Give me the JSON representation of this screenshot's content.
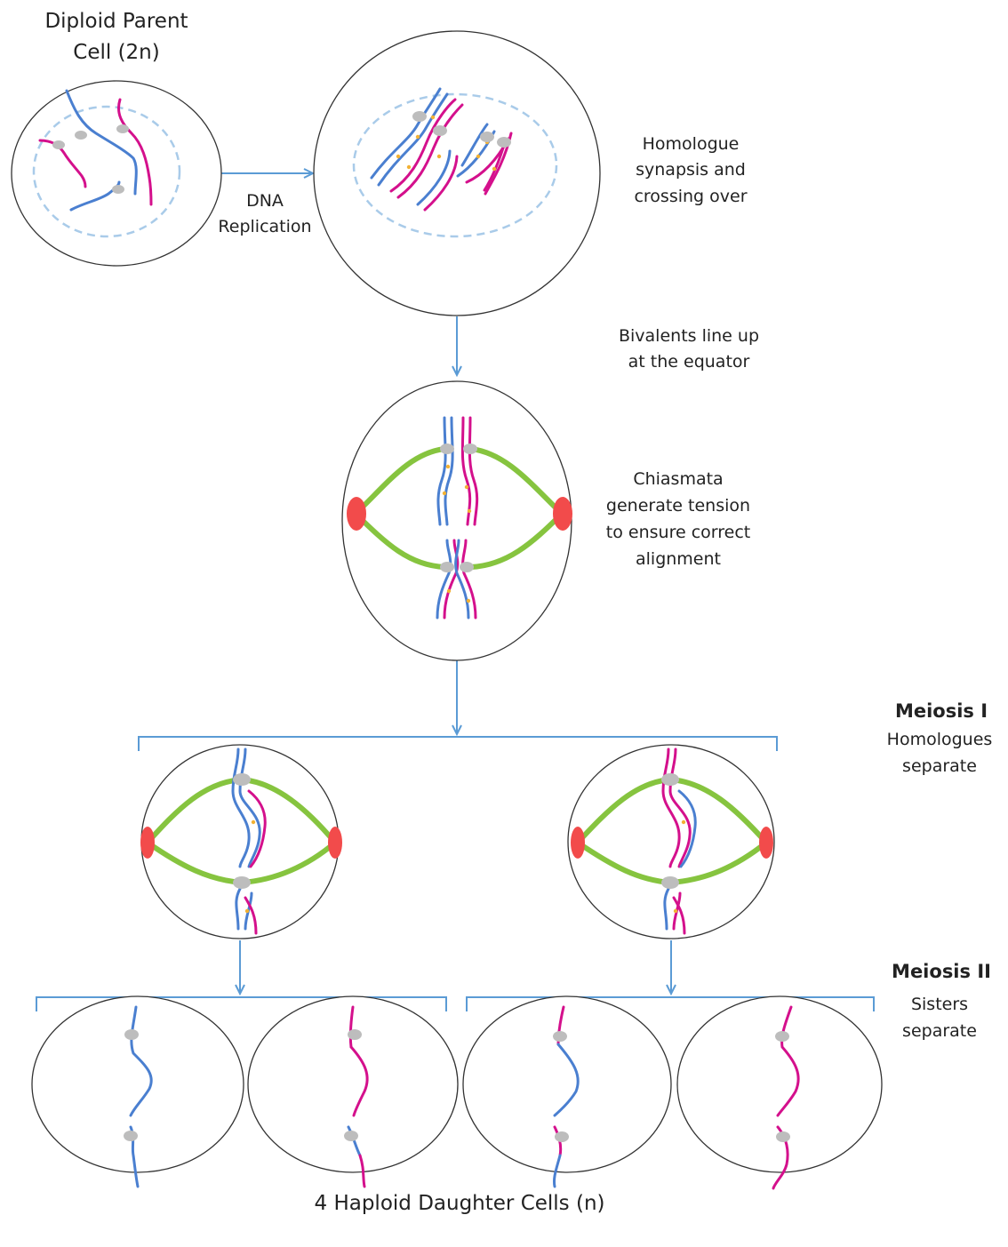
{
  "colors": {
    "blue": "#4a7fd0",
    "magenta": "#d4108c",
    "green": "#86c43f",
    "red": "#f24b4b",
    "arrow": "#5b9bd5",
    "centromere": "#bdbdbd",
    "nucleus": "#a9cbe9",
    "crossover_dot": "#f2b134"
  },
  "labels": {
    "parent_title_line1": "Diploid Parent",
    "parent_title_line2": "Cell (2n)",
    "dna_line1": "DNA",
    "dna_line2": "Replication",
    "synapsis_line1": "Homologue",
    "synapsis_line2": "synapsis and",
    "synapsis_line3": "crossing over",
    "bivalents_line1": "Bivalents line up",
    "bivalents_line2": "at the equator",
    "chiasmata_line1": "Chiasmata",
    "chiasmata_line2": "generate tension",
    "chiasmata_line3": "to ensure correct",
    "chiasmata_line4": "alignment",
    "meiosis1_title": "Meiosis I",
    "meiosis1_line1": "Homologues",
    "meiosis1_line2": "separate",
    "meiosis2_title": "Meiosis II",
    "meiosis2_line1": "Sisters",
    "meiosis2_line2": "separate",
    "footer": "4 Haploid Daughter Cells (n)"
  },
  "icons": [
    "arrow-right-icon",
    "arrow-down-icon",
    "spindle-icon",
    "centromere-icon"
  ]
}
